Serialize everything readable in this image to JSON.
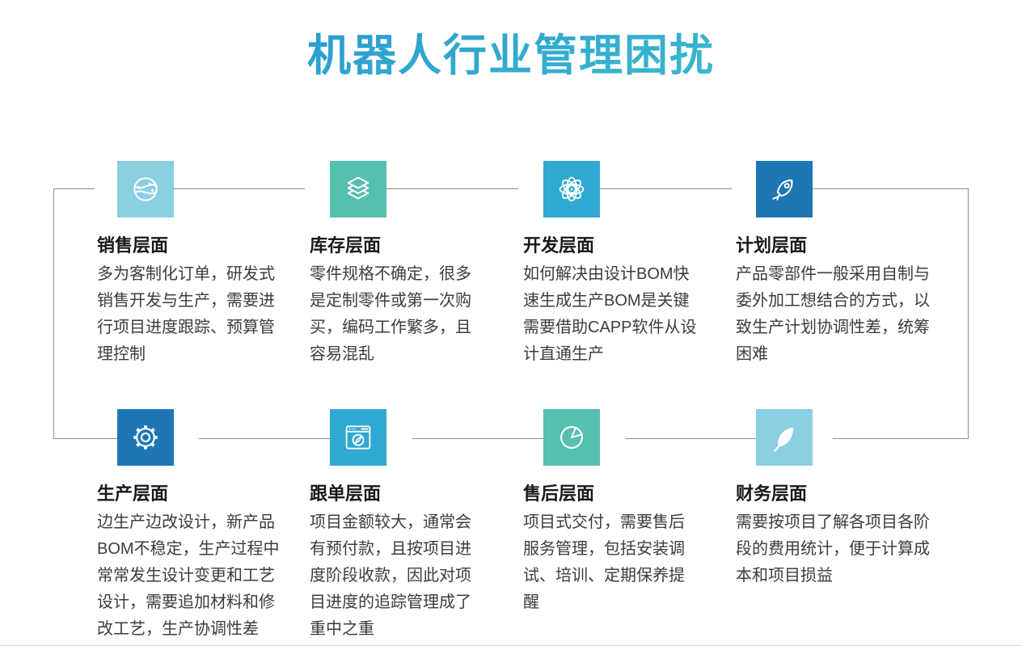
{
  "title": "机器人行业管理困扰",
  "colors": {
    "title_gradient_start": "#2795d3",
    "title_gradient_end": "#3fc3cc",
    "connector": "#8f8f8f",
    "tile_light_blue": "#8ACFE2",
    "tile_teal": "#55BFB0",
    "tile_cyan": "#2FA9D2",
    "tile_dark_blue": "#1D77B5"
  },
  "sections": [
    {
      "key": "sales",
      "heading": "销售层面",
      "body": "多为客制化订单，研发式\n销售开发与生产，需要进\n行项目进度跟踪、预算管\n理控制",
      "tile_color": "#8ACFE2",
      "icon": "globe-network"
    },
    {
      "key": "inventory",
      "heading": "库存层面",
      "body": "零件规格不确定，很多\n是定制零件或第一次购\n买，编码工作繁多，且\n容易混乱",
      "tile_color": "#55BFB0",
      "icon": "layers"
    },
    {
      "key": "development",
      "heading": "开发层面",
      "body": "如何解决由设计BOM快\n速生成生产BOM是关键\n需要借助CAPP软件从设\n计直通生产",
      "tile_color": "#2FA9D2",
      "icon": "atom"
    },
    {
      "key": "planning",
      "heading": "计划层面",
      "body": "产品零部件一般采用自制与\n委外加工想结合的方式，以\n致生产计划协调性差，统筹\n困难",
      "tile_color": "#1D77B5",
      "icon": "rocket"
    },
    {
      "key": "production",
      "heading": "生产层面",
      "body": "边生产边改设计，新产品\nBOM不稳定，生产过程中\n常常发生设计变更和工艺\n设计，需要追加材料和修\n改工艺，生产协调性差",
      "tile_color": "#1D77B5",
      "icon": "gear"
    },
    {
      "key": "tracking",
      "heading": "跟单层面",
      "body": "项目金额较大，通常会\n有预付款，且按项目进\n度阶段收款，因此对项\n目进度的追踪管理成了\n重中之重",
      "tile_color": "#2FA9D2",
      "icon": "browser-compass"
    },
    {
      "key": "after_sales",
      "heading": "售后层面",
      "body": "项目式交付，需要售后\n服务管理，包括安装调\n试、培训、定期保养提\n醒",
      "tile_color": "#55BFB0",
      "icon": "pie-chart"
    },
    {
      "key": "finance",
      "heading": "财务层面",
      "body": "需要按项目了解各项目各阶\n段的费用统计，便于计算成\n本和项目损益",
      "tile_color": "#8ACFE2",
      "icon": "feather"
    }
  ]
}
